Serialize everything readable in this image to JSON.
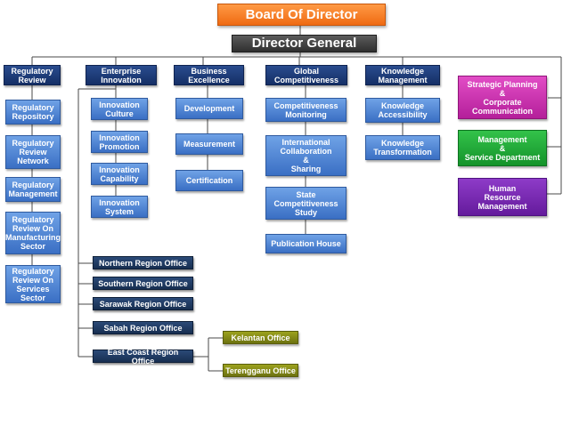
{
  "board": "Board Of Director",
  "director_general": "Director General",
  "departments": {
    "regulatory_review": {
      "title": "Regulatory\nReview",
      "items": [
        "Regulatory\nRepository",
        "Regulatory\nReview\nNetwork",
        "Regulatory\nManagement",
        "Regulatory\nReview On\nManufacturing\nSector",
        "Regulatory\nReview On\nServices\nSector"
      ]
    },
    "enterprise_innovation": {
      "title": "Enterprise\nInnovation",
      "items": [
        "Innovation\nCulture",
        "Innovation\nPromotion",
        "Innovation\nCapability",
        "Innovation\nSystem"
      ]
    },
    "business_excellence": {
      "title": "Business\nExcellence",
      "items": [
        "Development",
        "Measurement",
        "Certification"
      ]
    },
    "global_competitiveness": {
      "title": "Global\nCompetitiveness",
      "items": [
        "Competitiveness\nMonitoring",
        "International\nCollaboration\n&\nSharing",
        "State\nCompetitiveness\nStudy",
        "Publication House"
      ]
    },
    "knowledge_management": {
      "title": "Knowledge\nManagement",
      "items": [
        "Knowledge\nAccessibility",
        "Knowledge\nTransformation"
      ]
    }
  },
  "side_units": [
    "Strategic Planning\n&\nCorporate\nCommunication",
    "Management\n&\nService Department",
    "Human\nResource\nManagement"
  ],
  "region_offices": [
    "Northern Region Office",
    "Southern Region Office",
    "Sarawak Region Office",
    "Sabah Region Office",
    "East Coast Region Office"
  ],
  "east_coast_offices": [
    "Kelantan Office",
    "Terengganu Office"
  ],
  "colors": {
    "board": "#ef6a12",
    "director_general": "#3a3a3a",
    "header": "#1c3a78",
    "unit": "#4a82d6",
    "region": "#1e3558",
    "sub_office": "#848a16",
    "strategic": "#cc35b0",
    "management": "#1fa836",
    "hr": "#7a2bb2"
  }
}
